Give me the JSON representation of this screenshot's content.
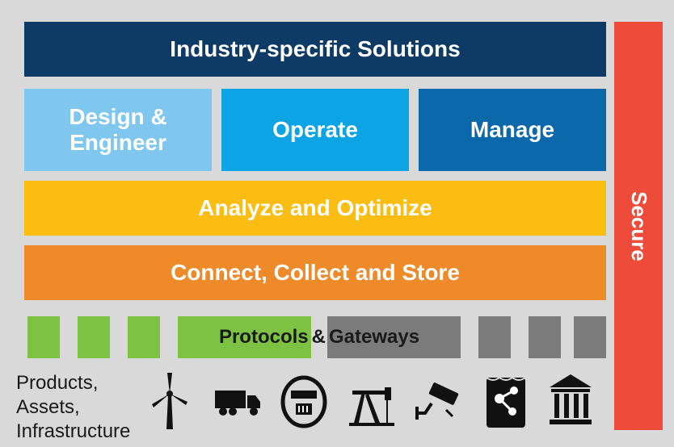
{
  "colors": {
    "background": "#d9d9d9",
    "navy": "#0d3b66",
    "light_blue": "#7fc7ee",
    "cyan": "#0da4e6",
    "mid_blue": "#0b68aa",
    "yellow": "#fbbd12",
    "orange": "#ef8a2a",
    "red": "#ee4b3a",
    "green": "#7dc242",
    "grey": "#7b7b7b"
  },
  "layers": {
    "title": "Industry-specific Solutions",
    "design": "Design &\nEngineer",
    "operate": "Operate",
    "manage": "Manage",
    "analyze": "Analyze and Optimize",
    "connect": "Connect, Collect and Store",
    "secure": "Secure"
  },
  "protocols": {
    "part1": "Protocols",
    "amp": "&",
    "part2": "Gateways"
  },
  "products_label": "Products,\nAssets,\nInfrastructure",
  "icons": [
    "wind-turbine-icon",
    "truck-icon",
    "meter-icon",
    "oil-pump-icon",
    "security-camera-icon",
    "network-sensor-icon",
    "bank-building-icon"
  ]
}
